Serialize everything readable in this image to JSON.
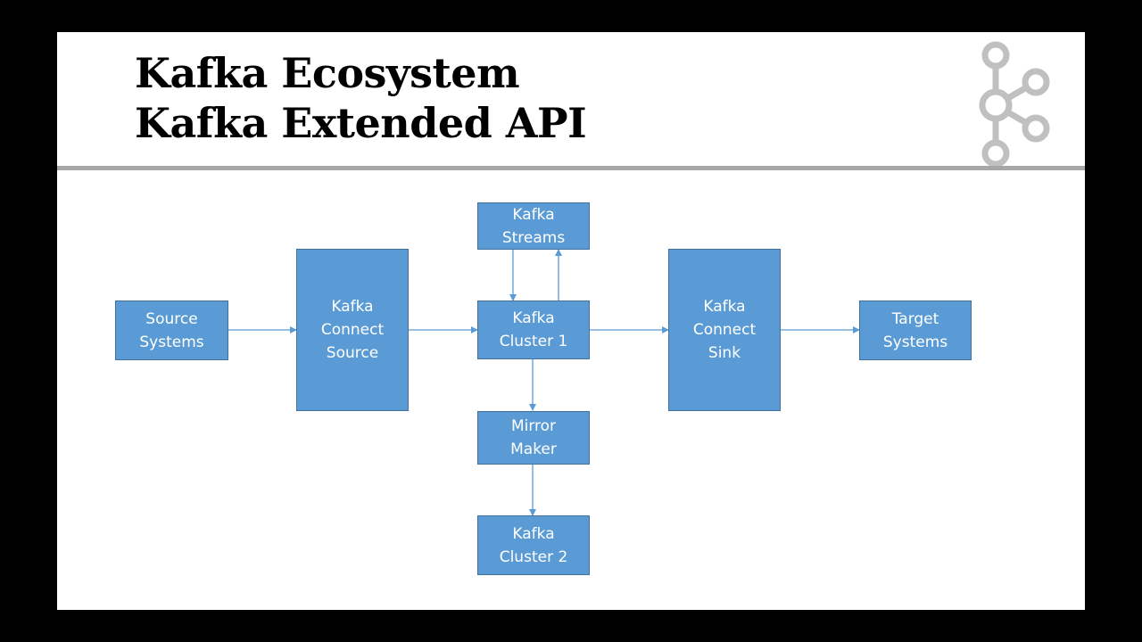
{
  "slide": {
    "title_line_1": "Kafka Ecosystem",
    "title_line_2": "Kafka Extended API"
  },
  "diagram": {
    "nodes": {
      "source_systems": "Source\nSystems",
      "kafka_connect_source": "Kafka\nConnect\nSource",
      "kafka_streams": "Kafka\nStreams",
      "kafka_cluster_1": "Kafka\nCluster 1",
      "mirror_maker": "Mirror\nMaker",
      "kafka_cluster_2": "Kafka\nCluster 2",
      "kafka_connect_sink": "Kafka\nConnect\nSink",
      "target_systems": "Target\nSystems"
    },
    "edges": [
      {
        "from": "Source Systems",
        "to": "Kafka Connect Source"
      },
      {
        "from": "Kafka Connect Source",
        "to": "Kafka Cluster 1"
      },
      {
        "from": "Kafka Streams",
        "to": "Kafka Cluster 1"
      },
      {
        "from": "Kafka Cluster 1",
        "to": "Kafka Streams"
      },
      {
        "from": "Kafka Cluster 1",
        "to": "Kafka Connect Sink"
      },
      {
        "from": "Kafka Connect Sink",
        "to": "Target Systems"
      },
      {
        "from": "Kafka Cluster 1",
        "to": "Mirror Maker"
      },
      {
        "from": "Mirror Maker",
        "to": "Kafka Cluster 2"
      }
    ]
  },
  "colors": {
    "box_fill": "#5b9bd5",
    "box_border": "#41719c",
    "connector": "#5b9bd5",
    "divider": "#a6a6a6",
    "logo": "#c0c0c0"
  },
  "icons": {
    "logo": "kafka-logo-icon"
  }
}
